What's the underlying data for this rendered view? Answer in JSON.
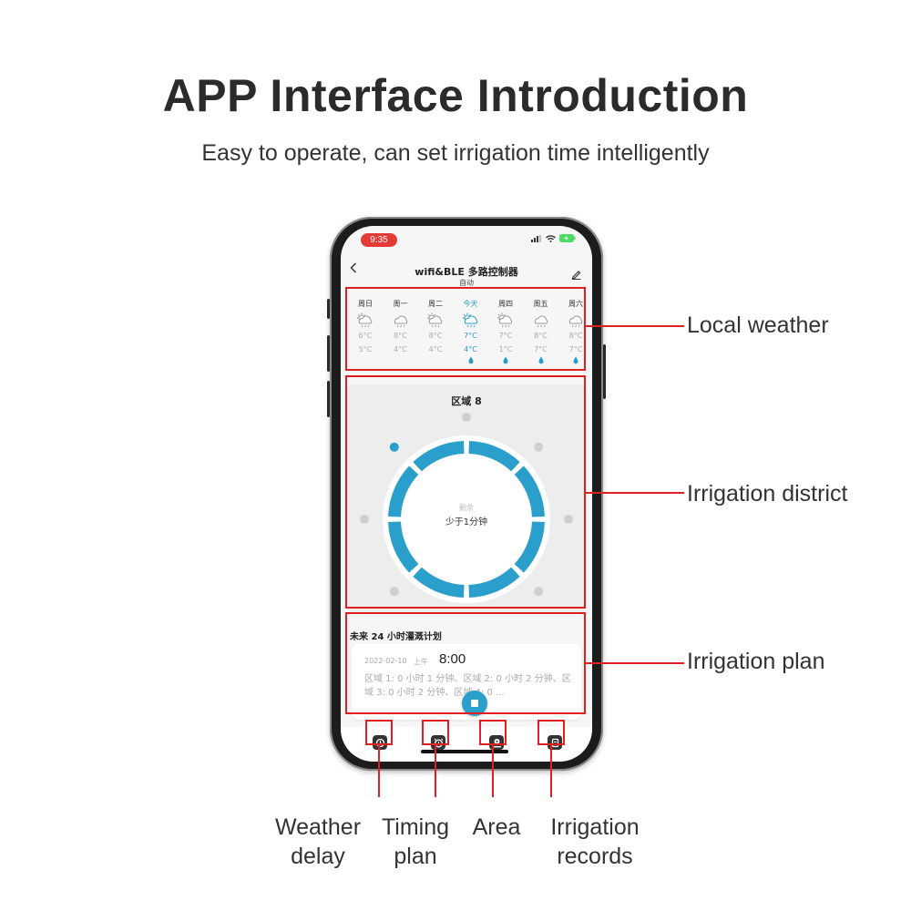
{
  "header": {
    "title": "APP Interface Introduction",
    "subtitle": "Easy to operate, can set irrigation time intelligently"
  },
  "phone": {
    "status_time": "9:35",
    "nav": {
      "back_icon": "chevron-left-icon",
      "title": "wifi&BLE 多路控制器",
      "subtitle": "自动",
      "edit_icon": "pencil-icon"
    },
    "weather": [
      {
        "day": "周日",
        "icon": "partly-sunny-rain-icon",
        "high": "6°C",
        "low": "5°C",
        "rain": false,
        "today": false
      },
      {
        "day": "周一",
        "icon": "cloud-rain-icon",
        "high": "8°C",
        "low": "4°C",
        "rain": false,
        "today": false
      },
      {
        "day": "周二",
        "icon": "partly-sunny-rain-icon",
        "high": "8°C",
        "low": "4°C",
        "rain": false,
        "today": false
      },
      {
        "day": "今天",
        "icon": "partly-sunny-rain-icon",
        "high": "7°C",
        "low": "4°C",
        "rain": true,
        "today": true
      },
      {
        "day": "周四",
        "icon": "partly-sunny-rain-icon",
        "high": "7°C",
        "low": "1°C",
        "rain": true,
        "today": false
      },
      {
        "day": "周五",
        "icon": "cloud-rain-icon",
        "high": "8°C",
        "low": "7°C",
        "rain": true,
        "today": false
      },
      {
        "day": "周六",
        "icon": "cloud-rain-icon",
        "high": "8°C",
        "low": "7°C",
        "rain": true,
        "today": false
      }
    ],
    "area": {
      "title": "区域 8",
      "center_label": "剩余",
      "center_value": "少于1分钟",
      "segments": 8
    },
    "plan": {
      "title": "未来 24 小时灌溉计划",
      "date": "2022-02-10",
      "ampm": "上午",
      "time": "8:00",
      "detail": "区域 1: 0 小时 1 分钟、区域 2: 0 小时 2 分钟、区域 3: 0 小时 2 分钟、区域 4: 0 ..."
    },
    "tabs": [
      {
        "icon": "weather-delay-icon"
      },
      {
        "icon": "alarm-clock-icon"
      },
      {
        "icon": "area-pin-icon"
      },
      {
        "icon": "records-icon"
      }
    ]
  },
  "callouts": {
    "local_weather": "Local weather",
    "irrigation_district": "Irrigation district",
    "irrigation_plan": "Irrigation plan"
  },
  "bottom_labels": {
    "weather_delay": "Weather delay",
    "timing_plan": "Timing plan",
    "area": "Area",
    "irrigation_records": "Irrigation records"
  },
  "colors": {
    "accent": "#2a9fcb",
    "annotation_red": "#e02020",
    "status_red": "#e53935"
  }
}
